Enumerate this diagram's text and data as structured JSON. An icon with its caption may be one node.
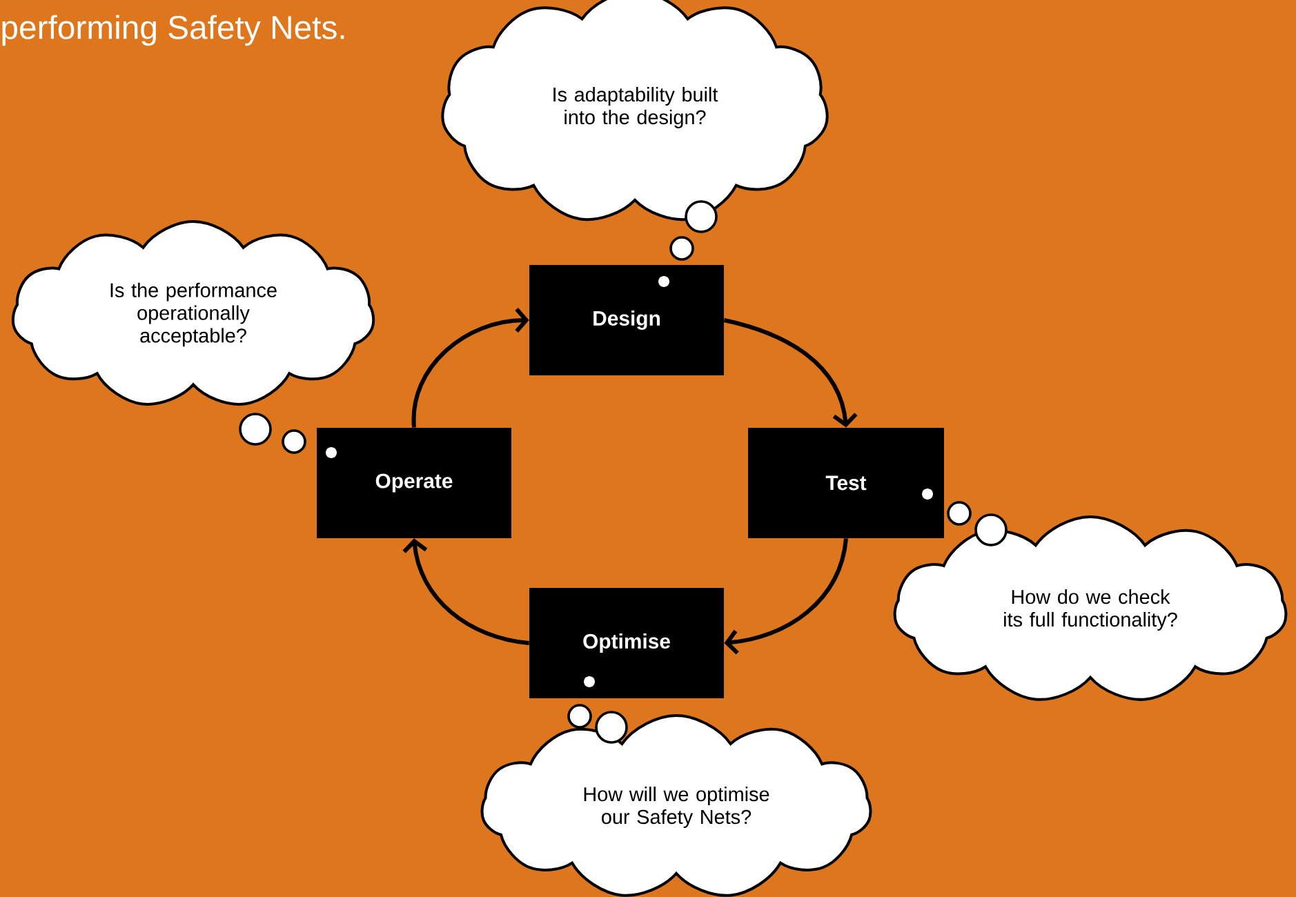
{
  "diagram": {
    "nodes": [
      {
        "text": [
          "Is adaptability built into the design?"
        ]
      },
      {
        "text": [
          "Is the performance operationally acceptable?"
        ]
      },
      {
        "text": [
          "Design"
        ]
      },
      {
        "text": [
          "Operate"
        ]
      },
      {
        "text": [
          "Test"
        ]
      },
      {
        "text": [
          "How do we check its full functionality?"
        ]
      },
      {
        "text": [
          "Optimise"
        ]
      },
      {
        "text": [
          "How will we optimise our Safety Nets?"
        ]
      }
    ],
    "edges": [
      {
        "from": 2,
        "to": 4,
        "arrow": "to"
      },
      {
        "from": 4,
        "to": 6,
        "arrow": "to"
      },
      {
        "from": 6,
        "to": 3,
        "arrow": "to"
      },
      {
        "from": 3,
        "to": 2,
        "arrow": "to"
      }
    ],
    "labels": [
      "performing Safety Nets."
    ]
  }
}
